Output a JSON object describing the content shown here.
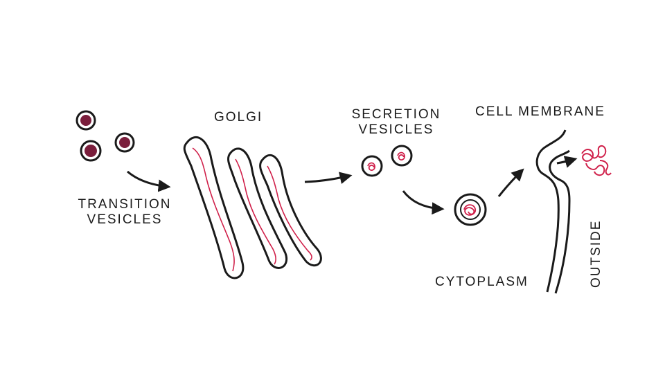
{
  "diagram": {
    "labels": {
      "transition_line1": "TRANSITION",
      "transition_line2": "VESICLES",
      "golgi": "GOLGI",
      "secretion_line1": "SECRETION",
      "secretion_line2": "VESICLES",
      "cell_membrane": "CELL MEMBRANE",
      "cytoplasm": "CYTOPLASM",
      "outside": "OUTSIDE"
    },
    "colors": {
      "outline": "#1a1a1a",
      "vesicle_fill": "#7a1e3c",
      "protein": "#d0204a",
      "background": "#ffffff"
    }
  }
}
